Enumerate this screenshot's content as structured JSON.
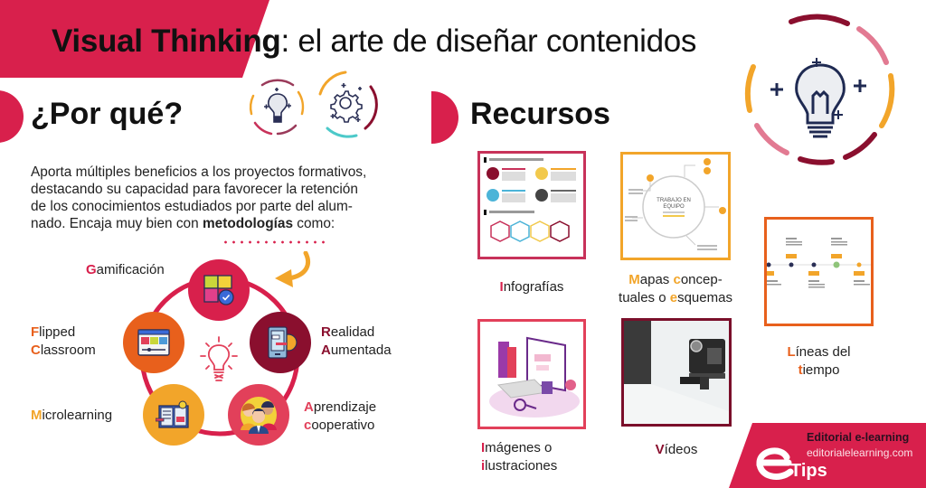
{
  "header": {
    "title_bold": "Visual Thinking",
    "title_rest": ": el arte de diseñar contenidos"
  },
  "left_section": {
    "heading": "¿Por qué?",
    "paragraph_lines": [
      "Aporta múltiples beneficios a los proyectos formativos,",
      "destacando su capacidad para favorecer la retención",
      "de los conocimientos estudiados por parte del alum-"
    ],
    "paragraph_last_prefix": "nado. Encaja muy bien con ",
    "paragraph_last_bold": "metodologías",
    "paragraph_last_suffix": " como:",
    "methodologies": [
      {
        "initial": "G",
        "rest": "amificación",
        "color": "#d8204c",
        "icon": "puzzle-gear-icon"
      },
      {
        "initial": "R",
        "rest": "ealidad",
        "initial2": "A",
        "rest2": "umentada",
        "color": "#8a0f2e",
        "icon": "tablet-gear-icon"
      },
      {
        "initial": "A",
        "rest": "prendizaje",
        "initial2": "c",
        "rest2": "ooperativo",
        "color": "#e2405a",
        "icon": "people-group-icon"
      },
      {
        "initial": "M",
        "rest": "icrolearning",
        "color": "#f2a52a",
        "icon": "open-book-icon"
      },
      {
        "initial": "F",
        "rest": "lipped",
        "initial2": "C",
        "rest2": "lassroom",
        "color": "#e8601c",
        "icon": "video-player-icon"
      }
    ],
    "center_icon": "lightbulb-icon"
  },
  "right_section": {
    "heading": "Recursos",
    "resources": [
      {
        "initial": "I",
        "rest": "nfografías",
        "border": "#c8325a",
        "initial_color": "#d8204c"
      },
      {
        "line1_parts": [
          "M",
          "apas ",
          "c",
          "oncep-"
        ],
        "line2_parts": [
          "tuales o ",
          "e",
          "squemas"
        ],
        "border": "#f2a52a",
        "initial_color": "#f2a52a"
      },
      {
        "initial": "L",
        "rest": "íneas del",
        "initial2": "t",
        "rest2": "iempo",
        "border": "#e8601c",
        "initial_color": "#e8601c"
      },
      {
        "initial": "I",
        "rest": "mágenes o",
        "initial2": "i",
        "rest2": "lustraciones",
        "border": "#e2405a",
        "initial_color": "#d8204c"
      },
      {
        "initial": "V",
        "rest": "ídeos",
        "border": "#7a0f2a",
        "initial_color": "#8a0f2e"
      }
    ],
    "concept_map_center": "TRABAJO EN EQUIPO"
  },
  "footer": {
    "brand": "Editorial e-learning",
    "url": "editorialelearning.com",
    "logo_text": "Tips"
  },
  "colors": {
    "primary": "#d8204c",
    "dark_red": "#8a0f2e",
    "orange": "#e8601c",
    "yellow": "#f2a52a",
    "teal": "#4cc9c9"
  }
}
